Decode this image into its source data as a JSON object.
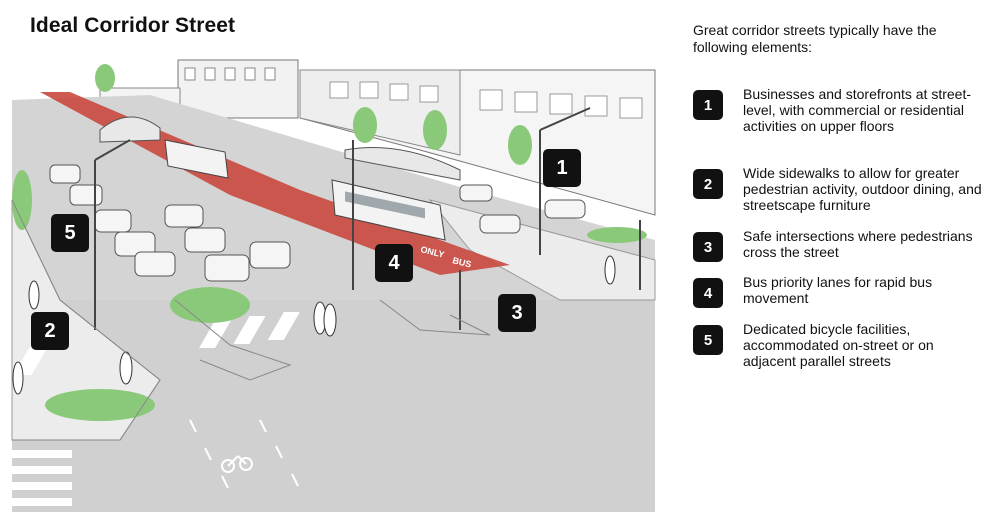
{
  "title": "Ideal Corridor Street",
  "intro": "Great corridor streets typically have the following elements:",
  "items": [
    {
      "num": "1",
      "text": "Businesses and storefronts at street-level, with commercial or residential activities on upper floors"
    },
    {
      "num": "2",
      "text": "Wide sidewalks to allow for greater pedestrian activity, outdoor dining, and streetscape furniture"
    },
    {
      "num": "3",
      "text": "Safe intersections where pedestrians cross the street"
    },
    {
      "num": "4",
      "text": "Bus priority lanes for rapid bus movement"
    },
    {
      "num": "5",
      "text": "Dedicated bicycle facilities, accommodated on-street or on adjacent parallel streets"
    }
  ],
  "lane_markings": {
    "bus": "BUS",
    "only": "ONLY"
  },
  "colors": {
    "bus_lane": "#c9483e",
    "greenery": "#8bc97a",
    "road": "#d4d4d4",
    "badge": "#111111"
  }
}
